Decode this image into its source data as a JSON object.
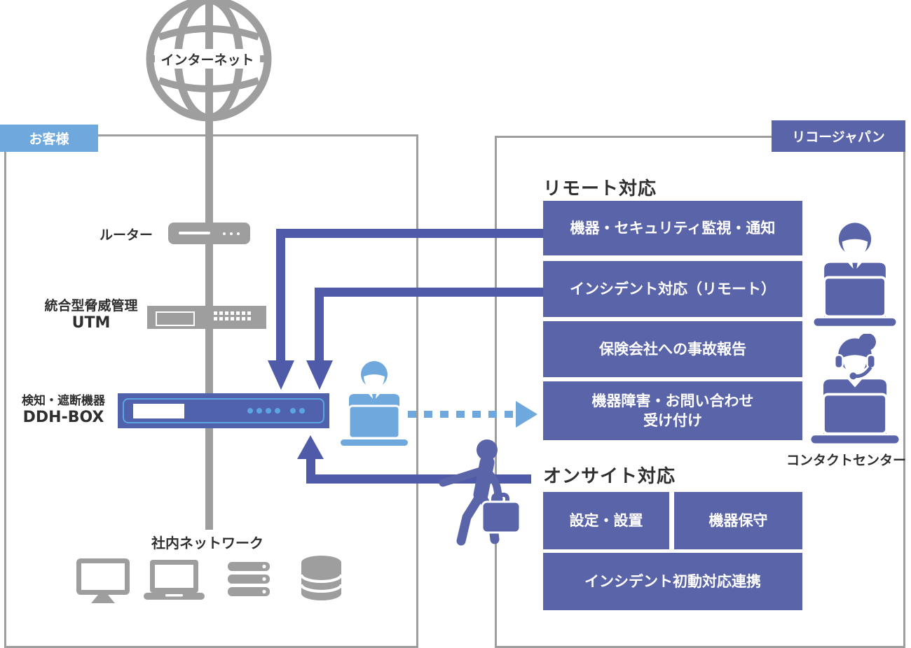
{
  "colors": {
    "gray": "#9e9e9e",
    "light_blue": "#6fa8dc",
    "purple": "#5a64a8",
    "arrow_purple": "#4f5aa8",
    "ddh_fill": "#5162ad",
    "ddh_accent": "#5ba6e2",
    "text_dark": "#2f2f2f"
  },
  "internet": {
    "label": "インターネット"
  },
  "customer": {
    "tab_label": "お客様",
    "router_label": "ルーター",
    "utm_label_line1": "統合型脅威管理",
    "utm_label_line2": "UTM",
    "ddh_label_line1": "検知・遮断機器",
    "ddh_label_line2": "DDH-BOX",
    "network_label": "社内ネットワーク"
  },
  "ricoh": {
    "tab_label": "リコージャパン",
    "remote_heading": "リモート対応",
    "remote_items": [
      "機器・セキュリティ監視・通知",
      "インシデント対応（リモート）",
      "保険会社への事故報告",
      "機器障害・お問い合わせ\n受け付け"
    ],
    "onsite_heading": "オンサイト対応",
    "onsite_items": [
      "設定・設置",
      "機器保守",
      "インシデント初動対応連携"
    ],
    "contact_center_label": "コンタクトセンター"
  }
}
